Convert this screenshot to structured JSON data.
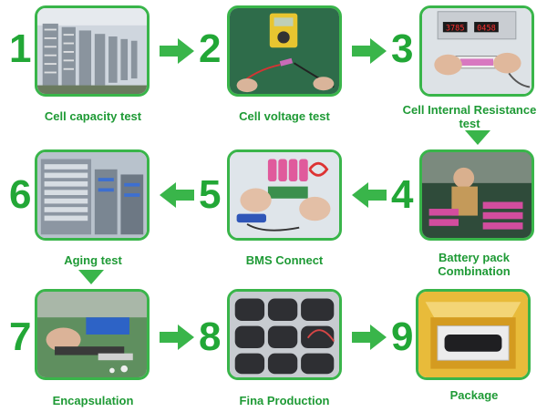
{
  "colors": {
    "green": "#22a736",
    "border": "#39b54a",
    "text": "#1e9a35"
  },
  "steps": [
    {
      "number": "1",
      "label": "Cell capacity test"
    },
    {
      "number": "2",
      "label": "Cell voltage test"
    },
    {
      "number": "3",
      "label": "Cell Internal Resistance test"
    },
    {
      "number": "4",
      "label": "Battery pack Combination"
    },
    {
      "number": "5",
      "label": "BMS Connect"
    },
    {
      "number": "6",
      "label": "Aging test"
    },
    {
      "number": "7",
      "label": "Encapsulation"
    },
    {
      "number": "8",
      "label": "Fina Production"
    },
    {
      "number": "9",
      "label": "Package"
    }
  ],
  "meter_display": {
    "left": "3785",
    "right": "0458"
  }
}
